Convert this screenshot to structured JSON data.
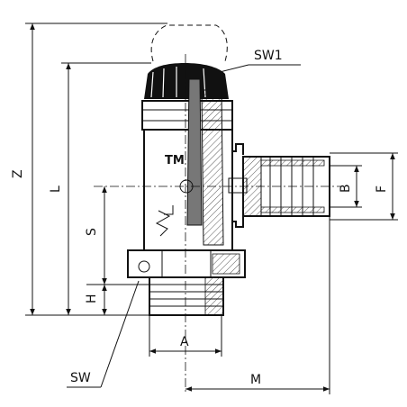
{
  "drawing": {
    "labels": {
      "z": "Z",
      "l": "L",
      "s": "S",
      "h": "H",
      "sw1": "SW1",
      "sw": "SW",
      "a": "A",
      "m": "M",
      "b": "B",
      "f": "F",
      "brand": "TM"
    }
  }
}
